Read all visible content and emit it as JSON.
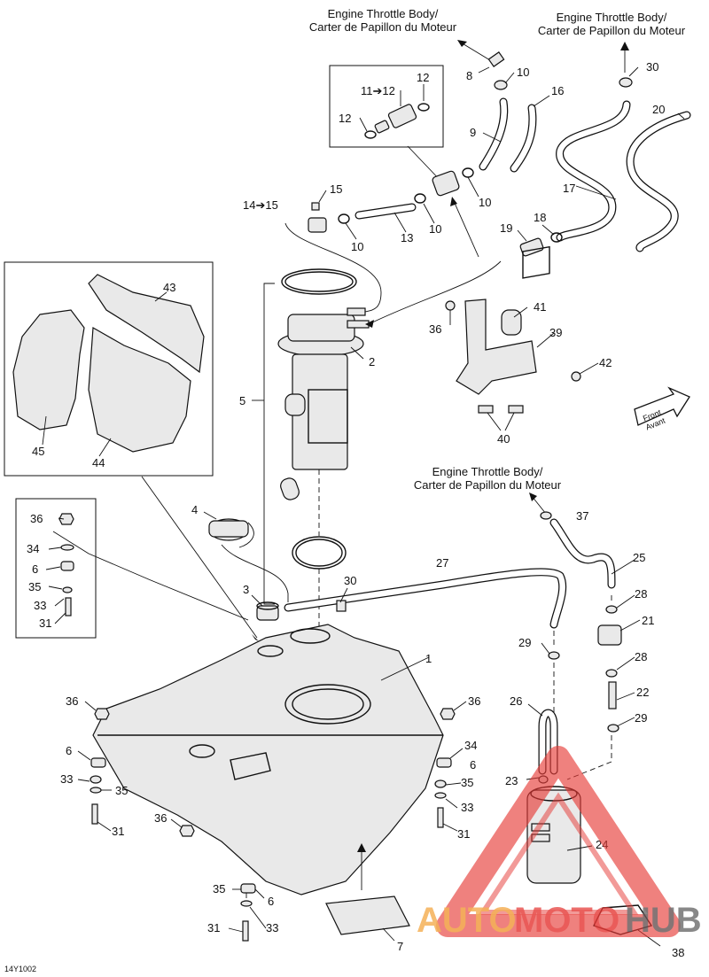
{
  "diagram": {
    "throttle_labels": [
      {
        "line1": "Engine Throttle Body/",
        "line2": "Carter de Papillon du Moteur"
      },
      {
        "line1": "Engine Throttle Body/",
        "line2": "Carter de Papillon du Moteur"
      },
      {
        "line1": "Engine Throttle Body/",
        "line2": "Carter de Papillon du Moteur"
      }
    ],
    "front_arrow": {
      "line1": "Front",
      "line2": "Avant"
    },
    "part_numbers": {
      "p1": "1",
      "p2": "2",
      "p3": "3",
      "p4": "4",
      "p5": "5",
      "p6": "6",
      "p7": "7",
      "p8": "8",
      "p9": "9",
      "p10": "10",
      "p11_12": "11➔12",
      "p12": "12",
      "p13": "13",
      "p14_15": "14➔15",
      "p15": "15",
      "p16": "16",
      "p17": "17",
      "p18": "18",
      "p19": "19",
      "p20": "20",
      "p21": "21",
      "p22": "22",
      "p23": "23",
      "p24": "24",
      "p25": "25",
      "p26": "26",
      "p27": "27",
      "p28": "28",
      "p29": "29",
      "p30": "30",
      "p31": "31",
      "p33": "33",
      "p34": "34",
      "p35": "35",
      "p36": "36",
      "p37": "37",
      "p38": "38",
      "p39": "39",
      "p40": "40",
      "p41": "41",
      "p42": "42",
      "p43": "43",
      "p44": "44",
      "p45": "45"
    },
    "figure_code": "14Y1002",
    "watermark": {
      "auto": "AUTO",
      "moto": "MOTO",
      "hub": "HUB"
    },
    "colors": {
      "line": "#111111",
      "watermark_red": "#e53935",
      "watermark_gray": "#5b5b5b",
      "watermark_orange": "#f2a33a"
    }
  }
}
